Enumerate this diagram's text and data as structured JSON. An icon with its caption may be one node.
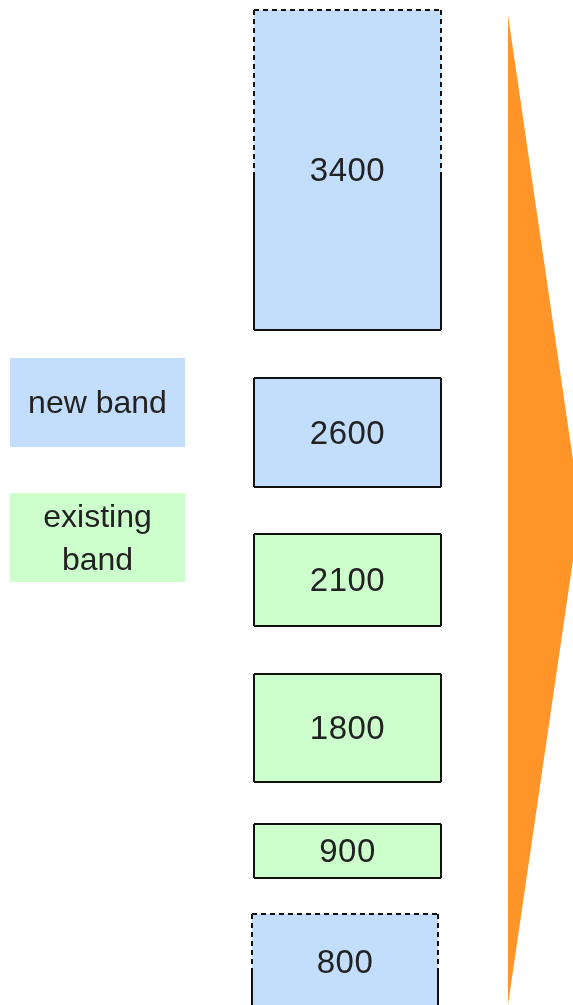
{
  "diagram": {
    "nodes": [
      {
        "text": [
          "3400"
        ]
      },
      {
        "text": [
          "2600"
        ]
      },
      {
        "text": [
          "2100"
        ]
      },
      {
        "text": [
          "1800"
        ]
      },
      {
        "text": [
          "900"
        ]
      },
      {
        "text": [
          "800"
        ]
      }
    ],
    "legend": [
      {
        "text": "new band",
        "color": "#c2defc"
      },
      {
        "text": "existing band",
        "color": "#ccffcc"
      }
    ]
  }
}
